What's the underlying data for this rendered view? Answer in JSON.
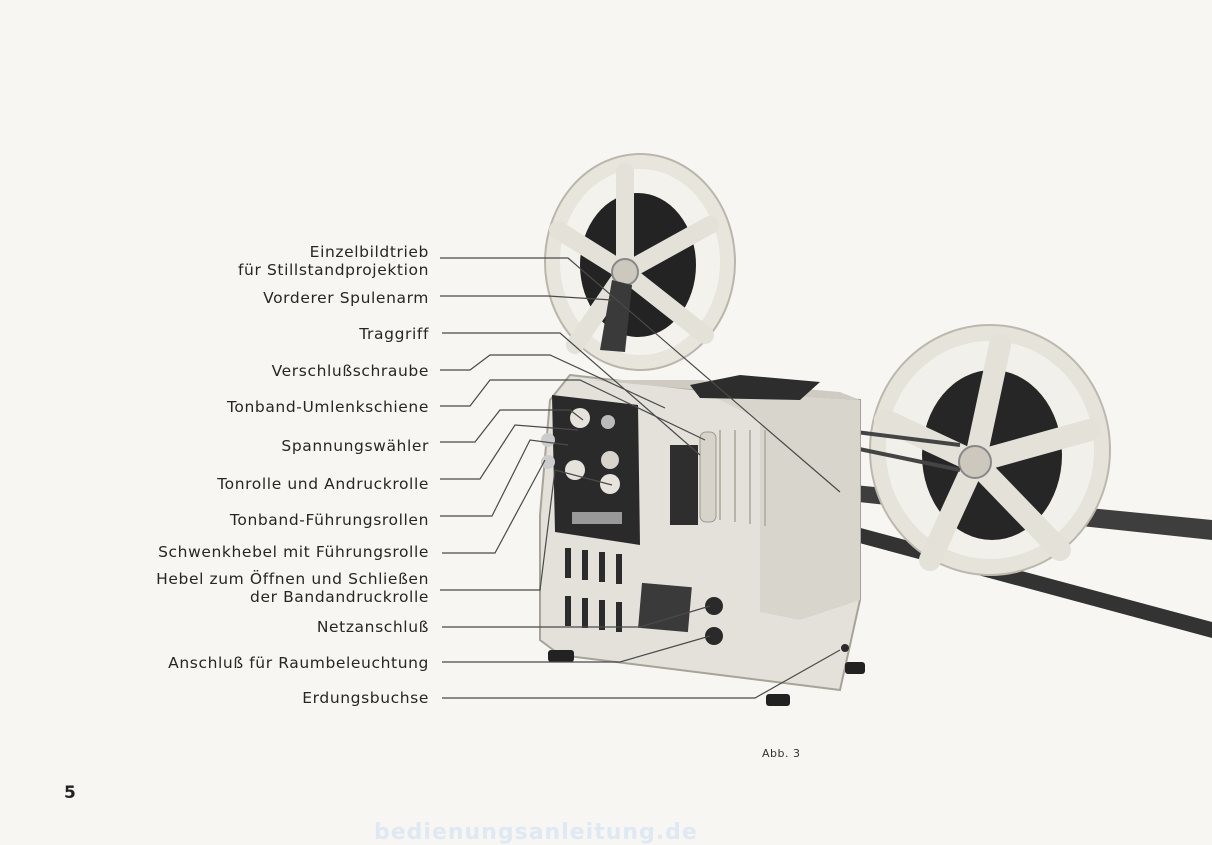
{
  "labels": [
    {
      "lines": [
        "Einzelbildtrieb",
        "für Stillstandprojektion"
      ]
    },
    {
      "lines": [
        "Vorderer Spulenarm"
      ]
    },
    {
      "lines": [
        "Traggriff"
      ]
    },
    {
      "lines": [
        "Verschlußschraube"
      ]
    },
    {
      "lines": [
        "Tonband-Umlenkschiene"
      ]
    },
    {
      "lines": [
        "Spannungswähler"
      ]
    },
    {
      "lines": [
        "Tonrolle und Andruckrolle"
      ]
    },
    {
      "lines": [
        "Tonband-Führungsrollen"
      ]
    },
    {
      "lines": [
        "Schwenkhebel mit Führungsrolle"
      ]
    },
    {
      "lines": [
        "Hebel zum Öffnen und Schließen",
        "der Bandandruckrolle"
      ]
    },
    {
      "lines": [
        "Netzanschluß"
      ]
    },
    {
      "lines": [
        "Anschluß für Raumbeleuchtung"
      ]
    },
    {
      "lines": [
        "Erdungsbuchse"
      ]
    }
  ],
  "caption": "Abb. 3",
  "page_number": "5",
  "watermark": "bedienungsanleitung.de"
}
